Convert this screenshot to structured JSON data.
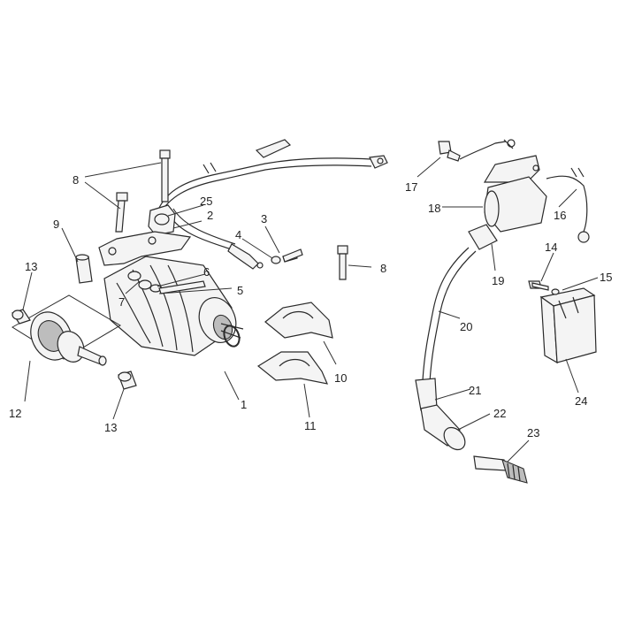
{
  "callouts": [
    "1",
    "2",
    "3",
    "4",
    "5",
    "6",
    "7",
    "8",
    "8",
    "9",
    "10",
    "11",
    "12",
    "13",
    "13",
    "14",
    "15",
    "16",
    "17",
    "18",
    "19",
    "20",
    "21",
    "22",
    "23",
    "24",
    "25"
  ],
  "colors": {
    "line": "#2a2a2a",
    "fill": "#f4f4f4",
    "shade": "#bdbdbd",
    "background": "#ffffff"
  }
}
